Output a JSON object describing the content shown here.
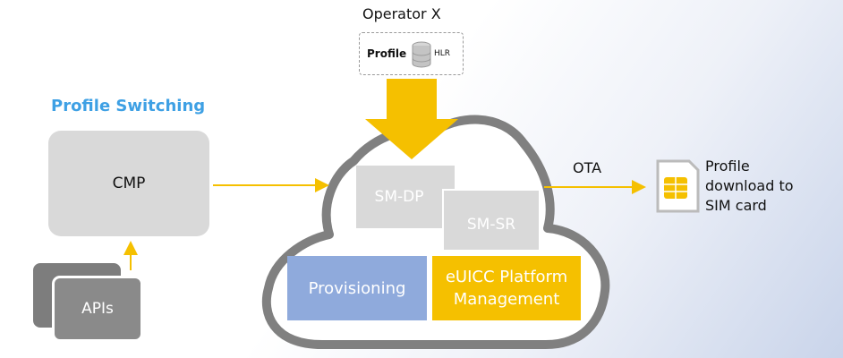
{
  "operator": {
    "title": "Operator X",
    "profile_label": "Profile",
    "db_label": "HLR",
    "db_icon": "database-icon"
  },
  "section_title": "Profile Switching",
  "cmp_label": "CMP",
  "apis_label": "APIs",
  "cloud": {
    "smdp_label": "SM-DP",
    "smsr_label": "SM-SR",
    "provisioning_label": "Provisioning",
    "euicc_line1": "eUICC Platform",
    "euicc_line2": "Management"
  },
  "ota_label": "OTA",
  "sim_text": {
    "line1": "Profile",
    "line2": "download to",
    "line3": "SIM card"
  },
  "colors": {
    "accent_blue": "#3ea0e4",
    "arrow_yellow": "#f5c000",
    "provisioning_blue": "#8faadc",
    "box_gray": "#d9d9d9",
    "cloud_outline": "#808080"
  }
}
